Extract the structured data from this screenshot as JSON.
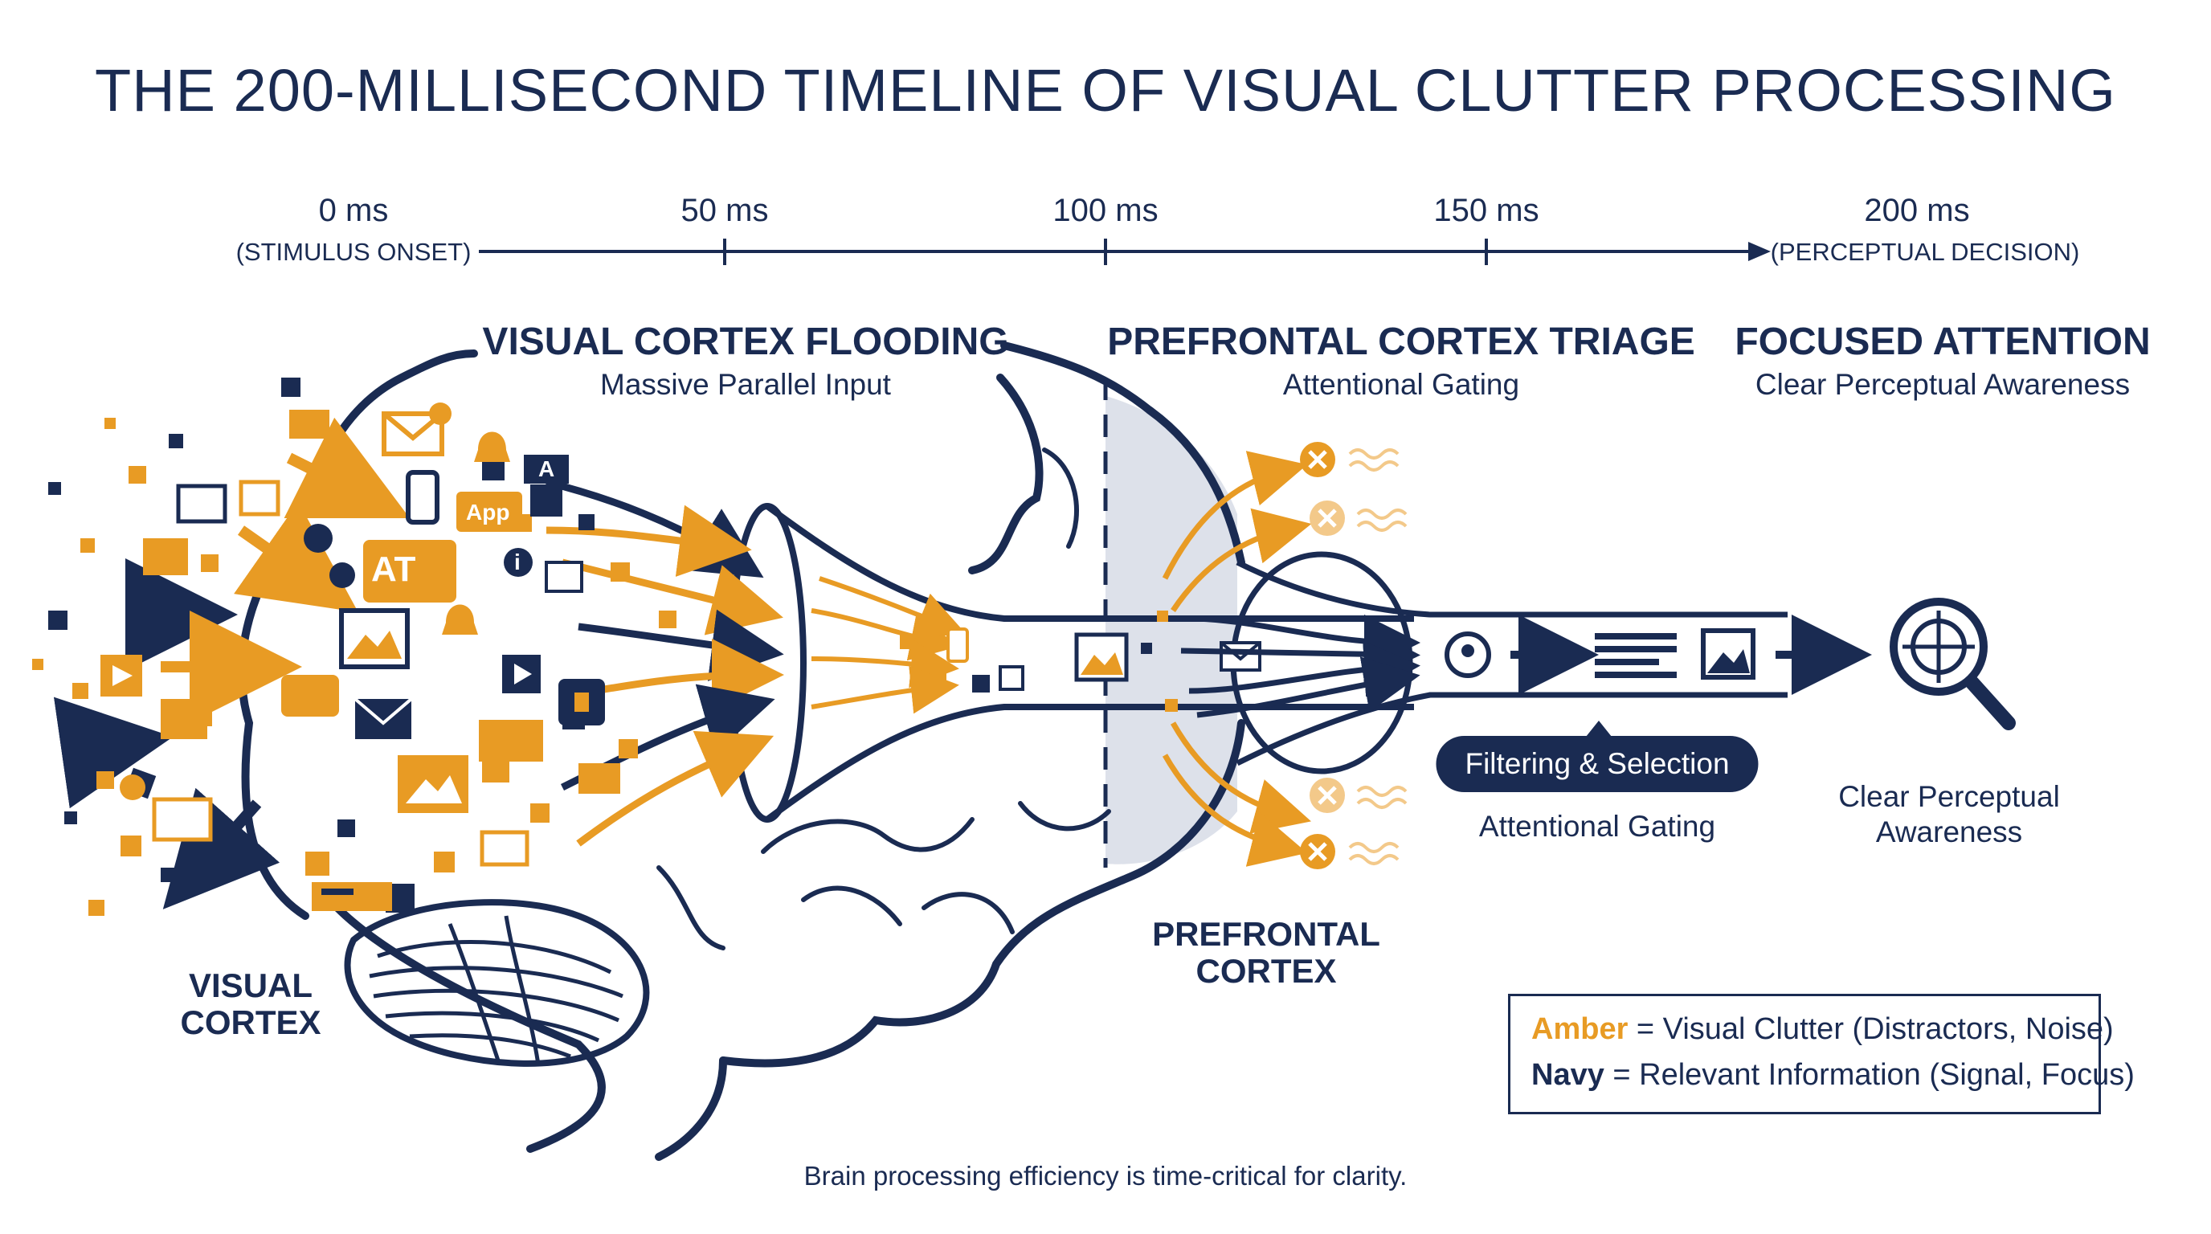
{
  "title": "THE 200-MILLISECOND TIMELINE OF VISUAL CLUTTER PROCESSING",
  "timeline": {
    "ticks": [
      {
        "ms": "0 ms",
        "sub": "(STIMULUS ONSET)"
      },
      {
        "ms": "50 ms",
        "sub": ""
      },
      {
        "ms": "100 ms",
        "sub": ""
      },
      {
        "ms": "150 ms",
        "sub": ""
      },
      {
        "ms": "200 ms",
        "sub": "(PERCEPTUAL DECISION)"
      }
    ]
  },
  "stages": [
    {
      "title": "VISUAL CORTEX FLOODING",
      "subtitle": "Massive Parallel Input"
    },
    {
      "title": "PREFRONTAL CORTEX TRIAGE",
      "subtitle": "Attentional Gating"
    },
    {
      "title": "FOCUSED ATTENTION",
      "subtitle": "Clear Perceptual Awareness"
    }
  ],
  "regions": {
    "visual_cortex": "VISUAL\nCORTEX",
    "prefrontal_cortex": "PREFRONTAL\nCORTEX"
  },
  "filter": {
    "pill": "Filtering & Selection",
    "label": "Attentional Gating"
  },
  "awareness": "Clear Perceptual\nAwareness",
  "clutter_icons": {
    "ad_text": "AT",
    "app_text": "App",
    "a_text": "A",
    "i_text": "i"
  },
  "legend": {
    "amber_key": "Amber",
    "amber_text": " = Visual Clutter (Distractors, Noise)",
    "navy_key": "Navy",
    "navy_text": " = Relevant Information (Signal, Focus)"
  },
  "footer": "Brain processing efficiency is time-critical for clarity.",
  "colors": {
    "navy": "#1a2b52",
    "amber": "#e89b24",
    "gray": "#dde1ea"
  }
}
